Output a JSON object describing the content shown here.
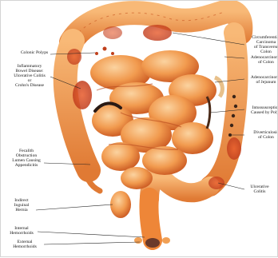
{
  "colors": {
    "intestine_light": "#f6b06a",
    "intestine_mid": "#ee8638",
    "intestine_dark": "#c8551f",
    "lesion_red": "#d73a1c",
    "leader_line": "#222222"
  },
  "labels_left": [
    {
      "key": "colonic_polyps",
      "text": "Colonic Polyps"
    },
    {
      "key": "ibd",
      "text": "Inflammatory\nBowel Disease:\nUlcerative Colitis\nor\nCrohn's Disease"
    },
    {
      "key": "fecalith",
      "text": "Fecalith\nObstruction\nLumen Causing\nAppendicitis"
    },
    {
      "key": "hernia",
      "text": "Indirect\nInguinal\nHernia"
    },
    {
      "key": "internal_hemorrhoids",
      "text": "Internal\nHemorrhoids"
    },
    {
      "key": "external_hemorrhoids",
      "text": "External\nHemorrhoids"
    }
  ],
  "labels_right": [
    {
      "key": "circumferential",
      "text": "Circumferential\nCarcinoma\nof Transverse\nColon"
    },
    {
      "key": "adeno_colon",
      "text": "Adenocarcinoma\nof Colon"
    },
    {
      "key": "adeno_jejunum",
      "text": "Adenocarcinoma\nof Jejunum"
    },
    {
      "key": "intussusception",
      "text": "Intussusception\nCaused by Polyp"
    },
    {
      "key": "diverticulosis",
      "text": "Diverticulosis\nof Colon"
    },
    {
      "key": "ulcerative_colitis",
      "text": "Ulcerative\nColitis"
    }
  ]
}
